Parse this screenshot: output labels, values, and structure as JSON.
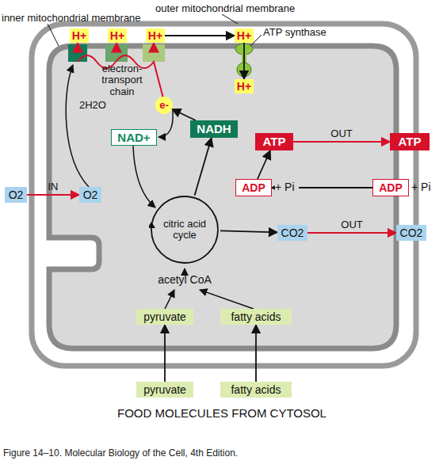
{
  "diagram": {
    "caption": "Figure 14–10. Molecular Biology of the Cell, 4th Edition.",
    "nodes": [
      {
        "text": [
          "H+"
        ]
      },
      {
        "text": [
          "H+"
        ]
      },
      {
        "text": [
          "H+"
        ]
      },
      {
        "text": [
          "H+"
        ]
      },
      {
        "text": [
          "H+"
        ]
      },
      {
        "text": [
          "e-"
        ]
      },
      {
        "text": [
          "NAD+"
        ]
      },
      {
        "text": [
          "NADH"
        ]
      },
      {
        "text": [
          "ATP"
        ]
      },
      {
        "text": [
          "ATP"
        ]
      },
      {
        "text": [
          "O2"
        ]
      },
      {
        "text": [
          "O2"
        ]
      },
      {
        "text": [
          "ADP"
        ]
      },
      {
        "text": [
          "ADP"
        ]
      },
      {
        "text": [
          "citric acid cycle"
        ]
      },
      {
        "text": [
          "CO2"
        ]
      },
      {
        "text": [
          "CO2"
        ]
      },
      {
        "text": [
          "pyruvate"
        ]
      },
      {
        "text": [
          "fatty acids"
        ]
      },
      {
        "text": [
          "pyruvate"
        ]
      },
      {
        "text": [
          "fatty acids"
        ]
      }
    ],
    "edges": [
      {
        "from": 10,
        "to": 11,
        "arrow": "to",
        "label": "IN"
      },
      {
        "from": 8,
        "to": 9,
        "arrow": "to",
        "label": "OUT"
      },
      {
        "from": 13,
        "to": 12,
        "arrow": "to"
      },
      {
        "from": 15,
        "to": 16,
        "arrow": "to",
        "label": "OUT"
      },
      {
        "from": 19,
        "to": 17,
        "arrow": "to"
      },
      {
        "from": 20,
        "to": 18,
        "arrow": "to"
      },
      {
        "from": 2,
        "to": 3,
        "arrow": "to"
      },
      {
        "from": 3,
        "to": 4,
        "arrow": "to"
      },
      {
        "from": 12,
        "to": 8,
        "arrow": "to"
      },
      {
        "from": 14,
        "to": 7,
        "arrow": "to"
      },
      {
        "from": 7,
        "to": 5,
        "arrow": "to"
      },
      {
        "from": 14,
        "to": 15,
        "arrow": "to"
      }
    ],
    "labels": [
      "outer mitochondrial membrane",
      "inner mitochondrial membrane",
      "ATP synthase",
      "electron-transport chain",
      "2H2O",
      "+ Pi",
      "+ Pi",
      "acetyl CoA",
      "FOOD MOLECULES FROM CYTOSOL"
    ]
  }
}
